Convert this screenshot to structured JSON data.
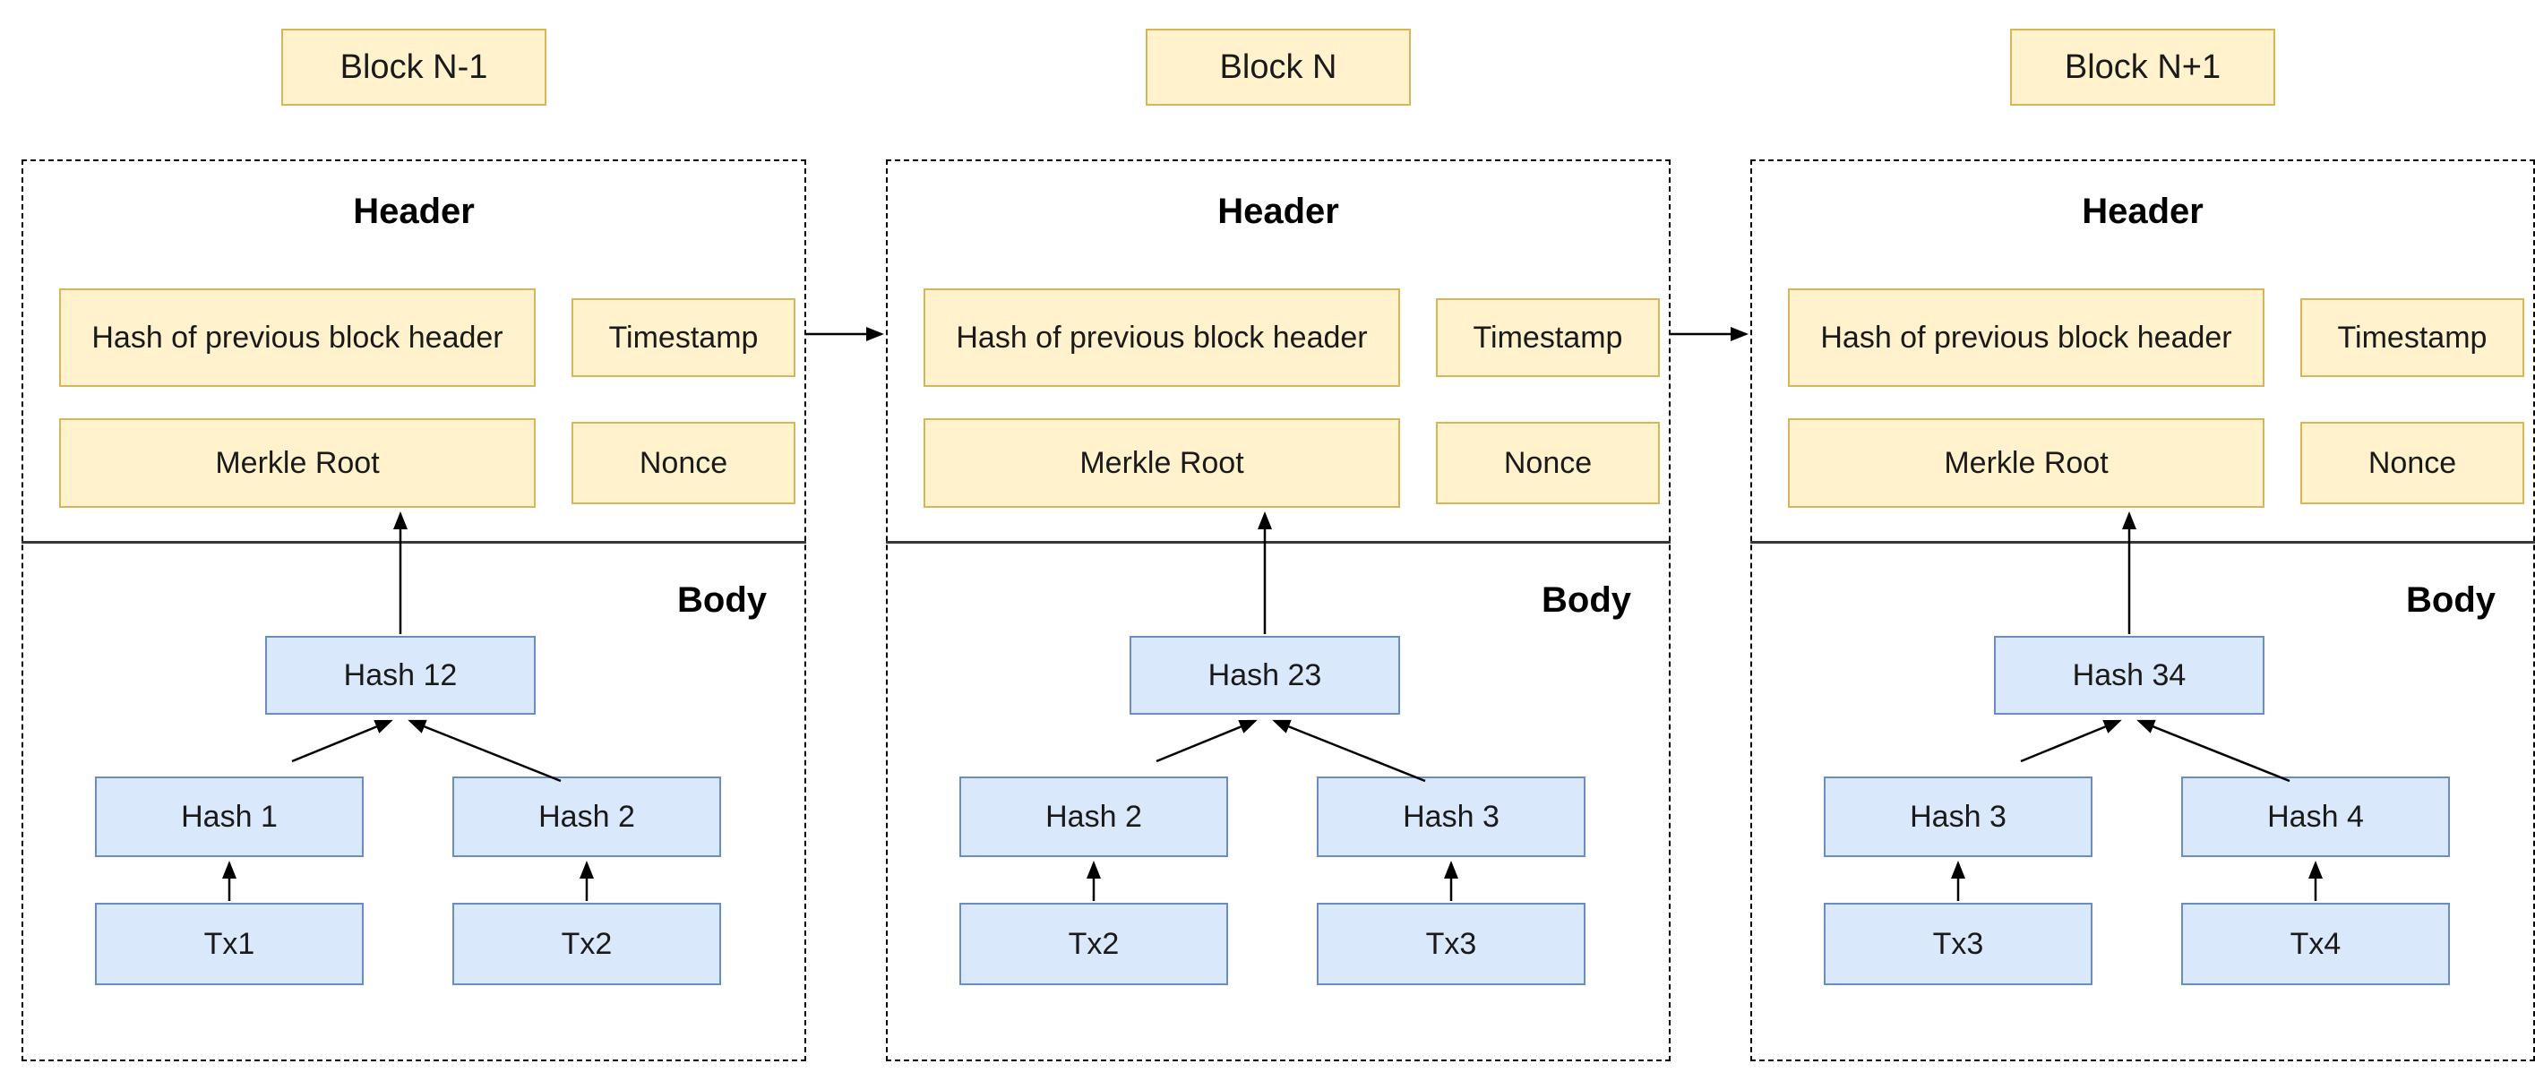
{
  "diagram": {
    "background": "#ffffff",
    "colors": {
      "header_box_fill": "#FFF2CC",
      "header_box_border": "#D6B656",
      "body_box_fill": "#DAE8FC",
      "body_box_border": "#6C8EBF",
      "line": "#000000"
    },
    "blocks": [
      {
        "title": "Block N-1",
        "header": {
          "label": "Header",
          "hash_prev": "Hash of previous block header",
          "timestamp": "Timestamp",
          "merkle_root": "Merkle Root",
          "nonce": "Nonce"
        },
        "body": {
          "label": "Body",
          "top_hash": "Hash 12",
          "left_hash": "Hash 1",
          "right_hash": "Hash 2",
          "left_tx": "Tx1",
          "right_tx": "Tx2"
        }
      },
      {
        "title": "Block N",
        "header": {
          "label": "Header",
          "hash_prev": "Hash of previous block header",
          "timestamp": "Timestamp",
          "merkle_root": "Merkle Root",
          "nonce": "Nonce"
        },
        "body": {
          "label": "Body",
          "top_hash": "Hash 23",
          "left_hash": "Hash 2",
          "right_hash": "Hash 3",
          "left_tx": "Tx2",
          "right_tx": "Tx3"
        }
      },
      {
        "title": "Block N+1",
        "header": {
          "label": "Header",
          "hash_prev": "Hash of previous block header",
          "timestamp": "Timestamp",
          "merkle_root": "Merkle Root",
          "nonce": "Nonce"
        },
        "body": {
          "label": "Body",
          "top_hash": "Hash 34",
          "left_hash": "Hash 3",
          "right_hash": "Hash 4",
          "left_tx": "Tx3",
          "right_tx": "Tx4"
        }
      }
    ]
  }
}
